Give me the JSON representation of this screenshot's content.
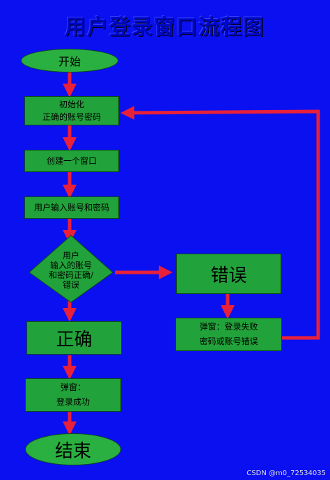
{
  "title": "用户登录窗口流程图",
  "nodes": {
    "start": "开始",
    "init_line1": "初始化",
    "init_line2": "正确的账号密码",
    "create_window": "创建一个窗口",
    "input": "用户输入账号和密码",
    "decision_line1": "用户",
    "decision_line2": "输入的账号",
    "decision_line3": "和密码正确/",
    "decision_line4": "错误",
    "error": "错误",
    "error_popup_line1": "弹窗：登录失败",
    "error_popup_line2": "密码或账号错误",
    "correct": "正确",
    "success_popup_line1": "弹窗：",
    "success_popup_line2": "登录成功",
    "end": "结束"
  },
  "watermark": "CSDN @m0_72534035",
  "colors": {
    "background": "#0a10f0",
    "node_fill": "#22a23a",
    "arrow": "#e8203a",
    "title": "#0008c8"
  }
}
